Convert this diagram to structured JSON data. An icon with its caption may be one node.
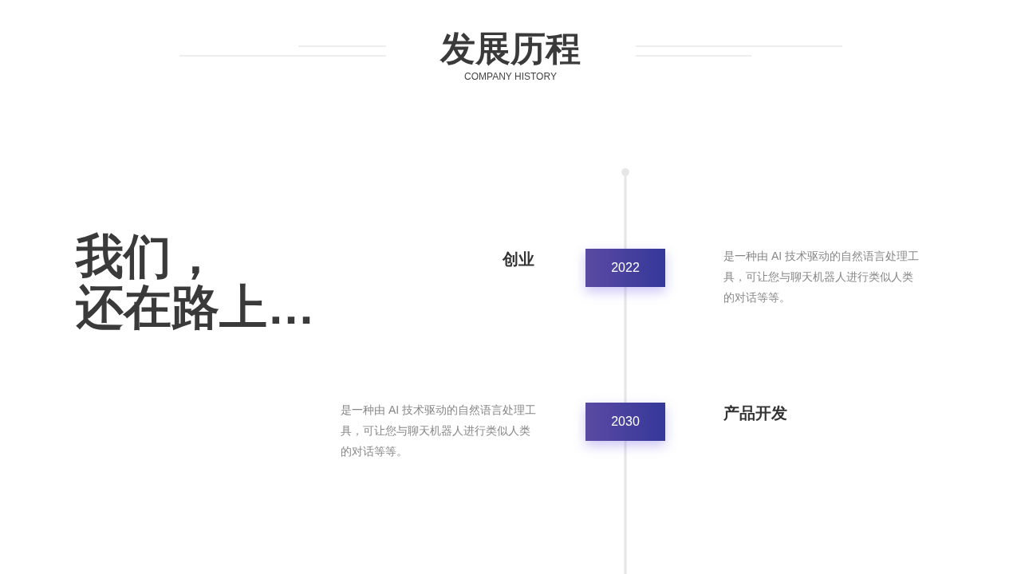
{
  "diagram": {
    "title": "发展历程",
    "nodes": [
      {
        "text": [
          "2022"
        ]
      },
      {
        "text": [
          "2030"
        ]
      }
    ],
    "edges": [],
    "labels": [
      "COMPANY HISTORY",
      "我们，",
      "还在路上…",
      "创业",
      "是一种由 AI 技术驱动的自然语言处理工具，可让您与聊天机器人进行类似人类的对话等等。",
      "是一种由 AI 技术驱动的自然语言处理工具，可让您与聊天机器人进行类似人类的对话等等。",
      "产品开发"
    ]
  }
}
